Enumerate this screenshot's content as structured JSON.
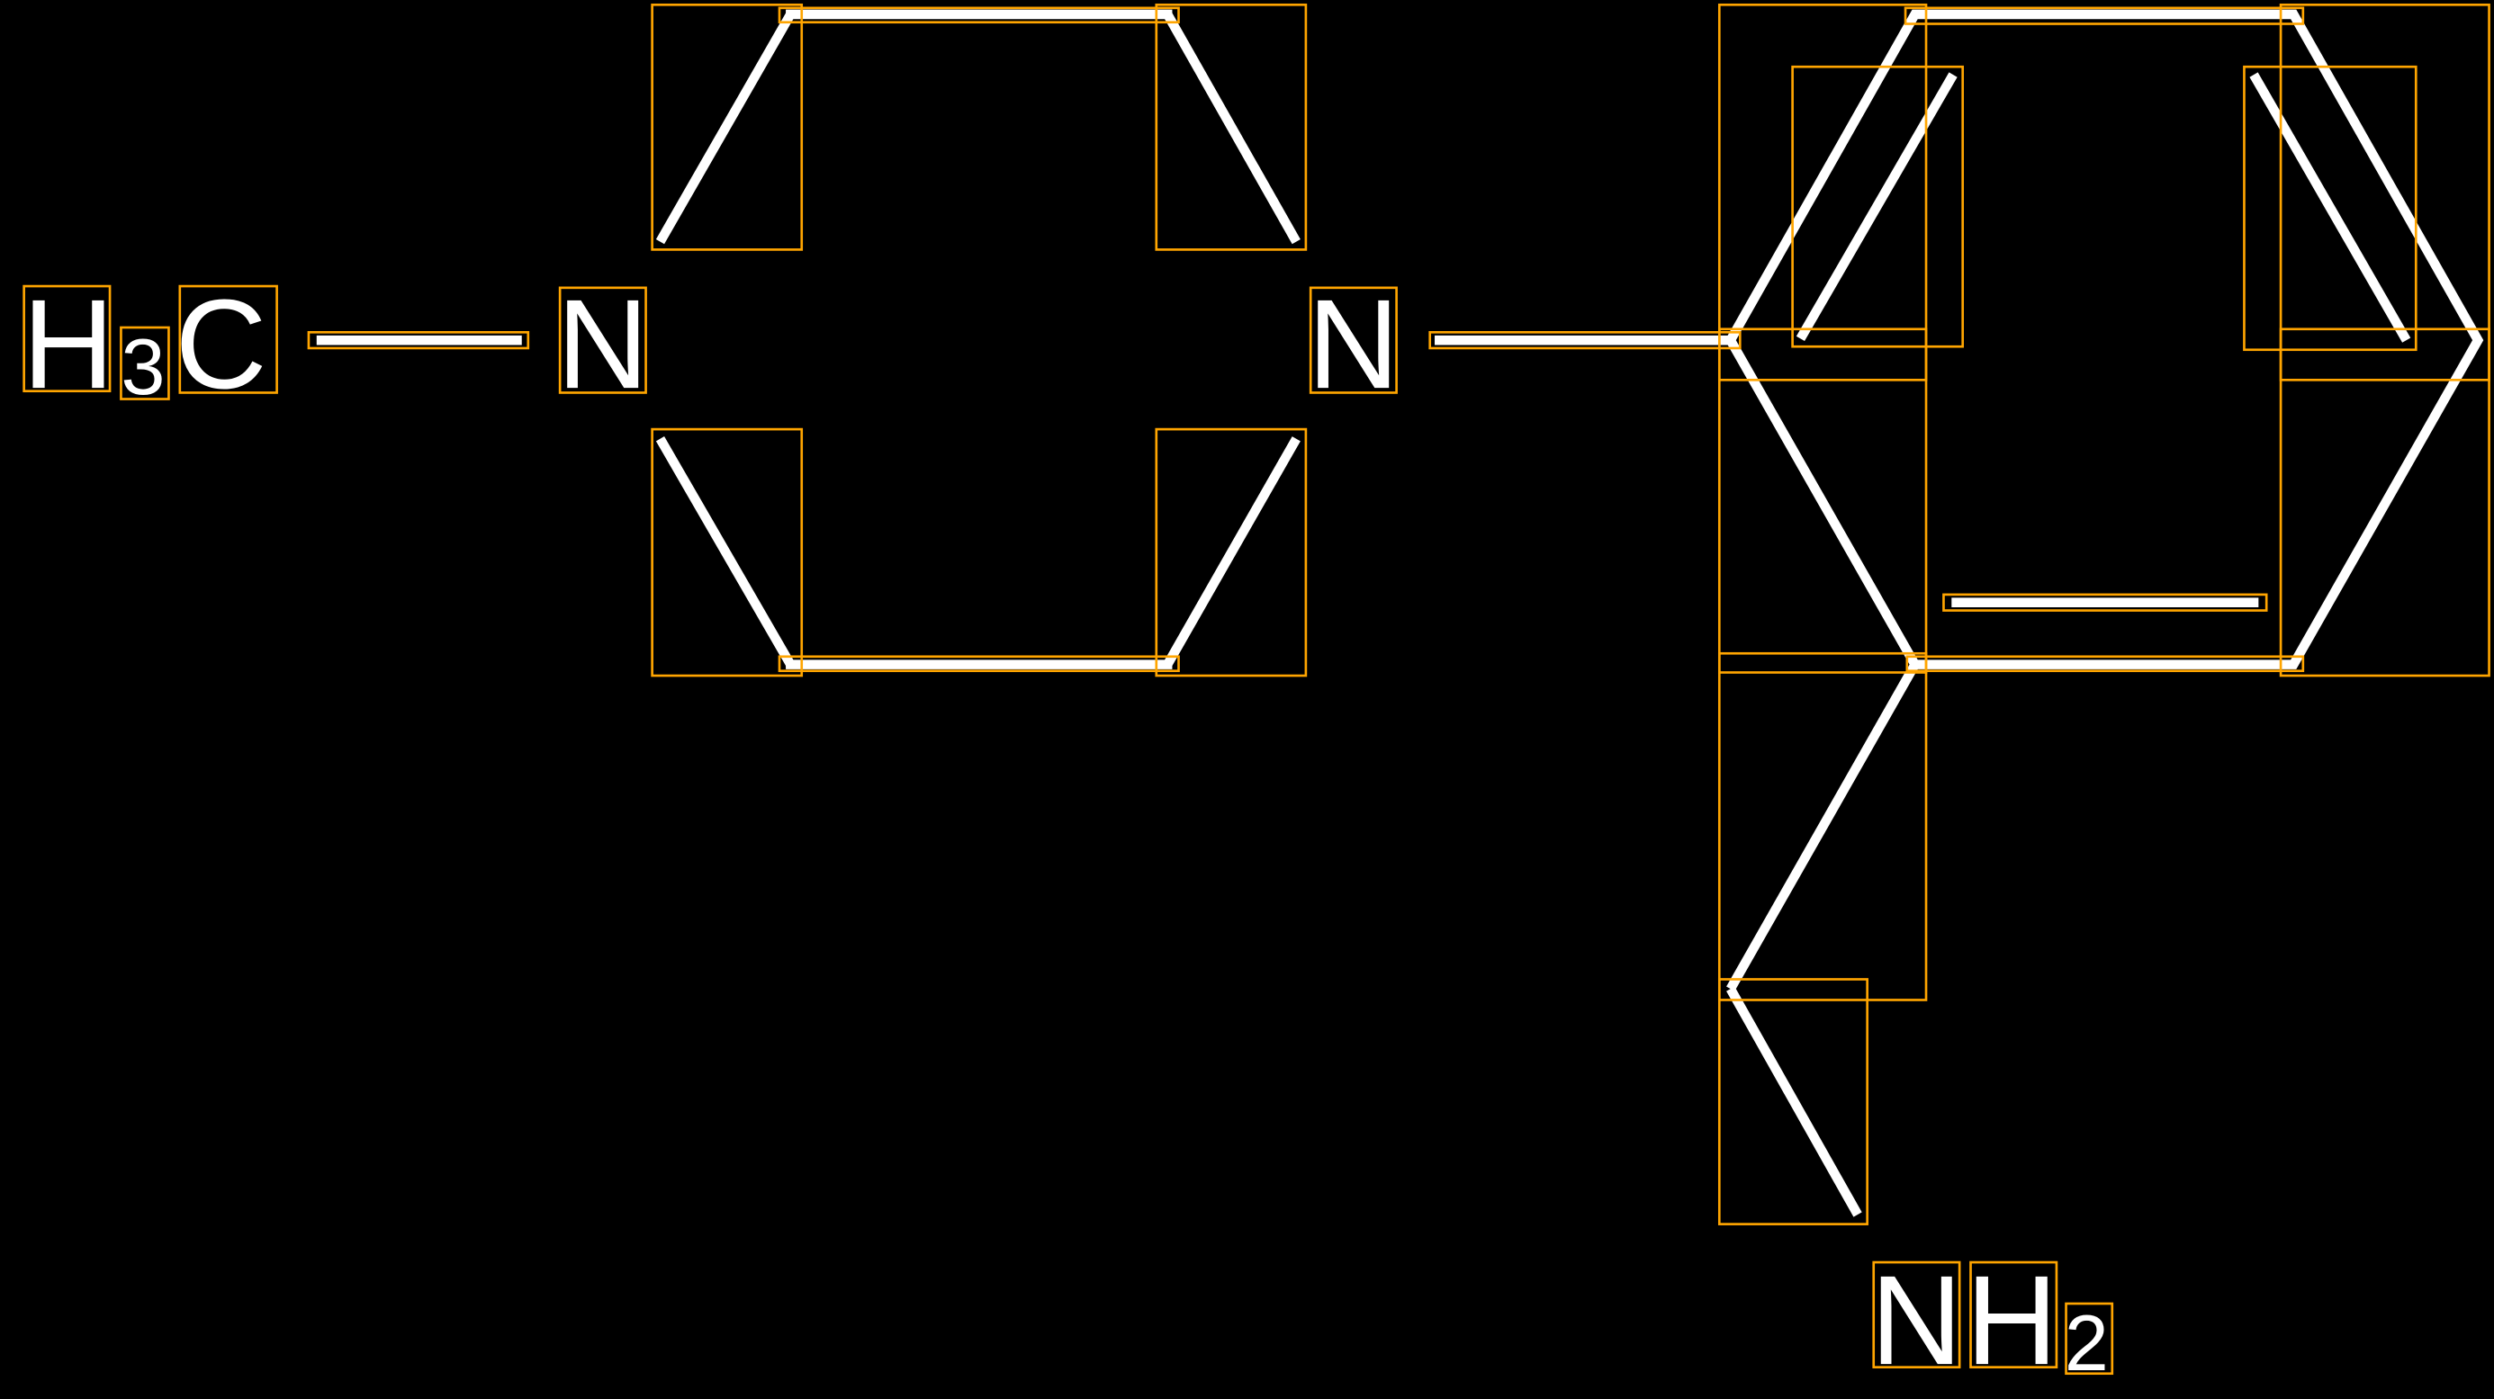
{
  "molecule": {
    "atoms": {
      "methyl_H": "H",
      "methyl_sub": "3",
      "methyl_C": "C",
      "n1": "N",
      "n2": "N",
      "amine_N": "N",
      "amine_H": "H",
      "amine_sub": "2"
    }
  },
  "colors": {
    "background": "#000000",
    "bond": "#ffffff",
    "box": "#ffa500"
  }
}
